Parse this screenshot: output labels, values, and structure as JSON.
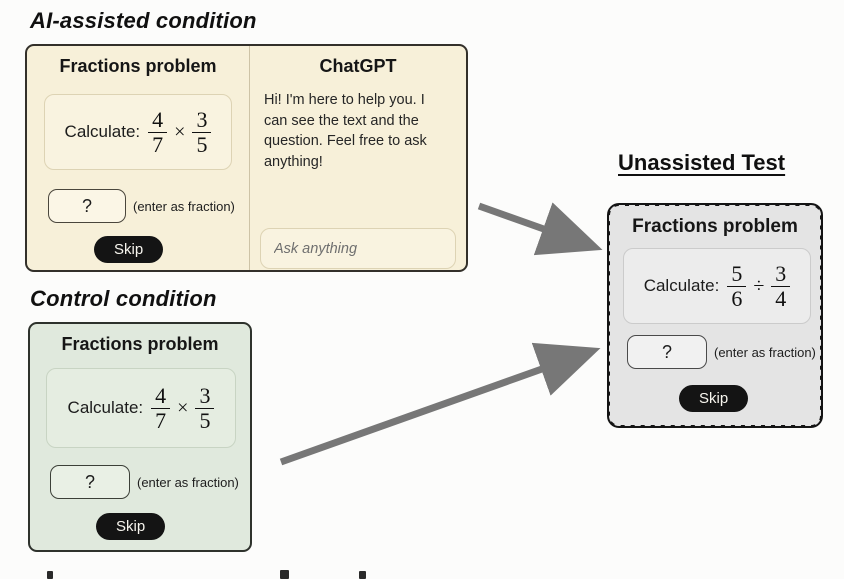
{
  "colors": {
    "ai_panel_bg": "#f7f0d9",
    "control_panel_bg": "#e0e9dd",
    "test_panel_bg": "#e4e4e4",
    "arrow": "#777777",
    "skip_bg": "#141414"
  },
  "ai_condition": {
    "title": "AI-assisted condition",
    "fractions_panel": {
      "header": "Fractions problem",
      "calculate_label": "Calculate:",
      "fraction": {
        "num1": "4",
        "den1": "7",
        "op": "×",
        "num2": "3",
        "den2": "5"
      },
      "answer_placeholder": "?",
      "answer_hint": "(enter as fraction)",
      "skip_label": "Skip"
    },
    "chat_panel": {
      "header": "ChatGPT",
      "message": "Hi! I'm here to help you. I can see the text and the question. Feel free to ask anything!",
      "input_placeholder": "Ask anything"
    }
  },
  "control_condition": {
    "title": "Control condition",
    "header": "Fractions problem",
    "calculate_label": "Calculate:",
    "fraction": {
      "num1": "4",
      "den1": "7",
      "op": "×",
      "num2": "3",
      "den2": "5"
    },
    "answer_placeholder": "?",
    "answer_hint": "(enter as fraction)",
    "skip_label": "Skip"
  },
  "unassisted_test": {
    "title": "Unassisted Test",
    "header": "Fractions problem",
    "calculate_label": "Calculate:",
    "fraction": {
      "num1": "5",
      "den1": "6",
      "op": "÷",
      "num2": "3",
      "den2": "4"
    },
    "answer_placeholder": "?",
    "answer_hint": "(enter as fraction)",
    "skip_label": "Skip"
  }
}
